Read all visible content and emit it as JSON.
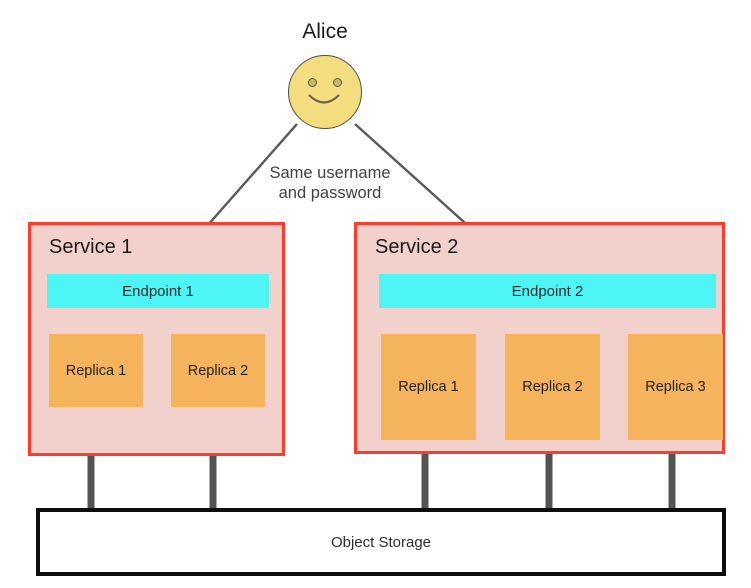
{
  "diagram": {
    "title_visible": false,
    "colors": {
      "background": "#ffffff",
      "service_fill": "#f2d1cd",
      "service_border": "#ff3b30",
      "endpoint_fill": "#4df5f5",
      "replica_fill": "#f5b45c",
      "connector": "#545454",
      "storage_border": "#0d0d0d",
      "actor_fill": "#f4dd7e",
      "arrow": "#595959",
      "note_text": "#404040"
    }
  },
  "actor": {
    "label": "Alice",
    "icon": "smiley-face-icon"
  },
  "flow_note": {
    "line1": "Same username",
    "line2": "and password"
  },
  "services": [
    {
      "id": "service-1",
      "title": "Service 1",
      "endpoint": {
        "label": "Endpoint 1"
      },
      "replicas": [
        {
          "label": "Replica 1"
        },
        {
          "label": "Replica 2"
        }
      ]
    },
    {
      "id": "service-2",
      "title": "Service 2",
      "endpoint": {
        "label": "Endpoint 2"
      },
      "replicas": [
        {
          "label": "Replica 1"
        },
        {
          "label": "Replica 2"
        },
        {
          "label": "Replica 3"
        }
      ]
    }
  ],
  "storage": {
    "label": "Object Storage"
  }
}
